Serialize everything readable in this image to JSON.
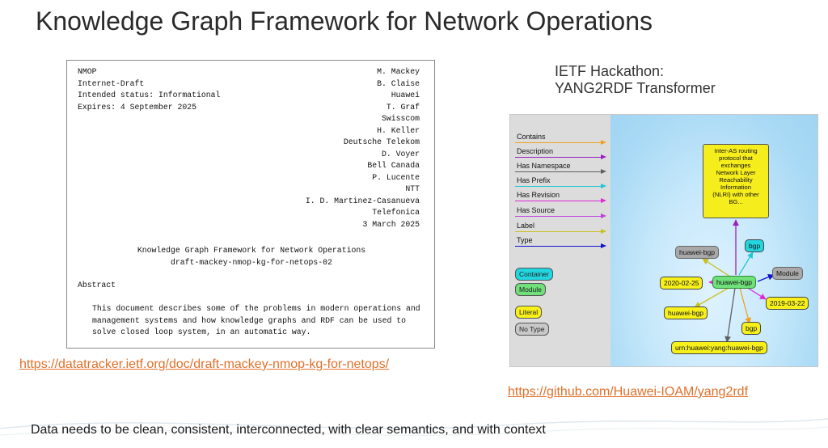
{
  "slide": {
    "title": "Knowledge Graph Framework for Network Operations",
    "footer": "Data needs to be clean, consistent, interconnected, with clear semantics, and with context"
  },
  "draft": {
    "left_lines": [
      "NMOP",
      "Internet-Draft",
      "Intended status: Informational",
      "Expires: 4 September 2025"
    ],
    "right_lines": [
      "M. Mackey",
      "B. Claise",
      "Huawei",
      "T. Graf",
      "Swisscom",
      "H. Keller",
      "Deutsche Telekom",
      "D. Voyer",
      "Bell Canada",
      "P. Lucente",
      "NTT",
      "I. D. Martinez-Casanueva",
      "Telefonica",
      "3 March 2025"
    ],
    "doc_title": "Knowledge Graph Framework for Network Operations",
    "doc_name": "draft-mackey-nmop-kg-for-netops-02",
    "abstract_heading": "Abstract",
    "abstract_lines": [
      "This document describes some of the problems in modern operations and",
      "management systems and how knowledge graphs and RDF can be used to",
      "solve closed loop system, in an automatic way."
    ],
    "link": "https://datatracker.ietf.org/doc/draft-mackey-nmop-kg-for-netops/"
  },
  "hackathon": {
    "title_line1": "IETF Hackathon:",
    "title_line2": "YANG2RDF Transformer",
    "link": "https://github.com/Huawei-IOAM/yang2rdf"
  },
  "graph": {
    "legend": [
      {
        "label": "Contains",
        "color": "#f0a020"
      },
      {
        "label": "Description",
        "color": "#9a1fc4"
      },
      {
        "label": "Has Namespace",
        "color": "#606060"
      },
      {
        "label": "Has Prefix",
        "color": "#1ec8d8"
      },
      {
        "label": "Has Revision",
        "color": "#e02ad6"
      },
      {
        "label": "Has Source",
        "color": "#c040e0"
      },
      {
        "label": "Label",
        "color": "#c8c020"
      },
      {
        "label": "Type",
        "color": "#1010d0"
      }
    ],
    "node_types": [
      {
        "label": "Container",
        "color": "#22d6e0"
      },
      {
        "label": "Module",
        "color": "#6fe07a"
      },
      {
        "label": "Literal",
        "color": "#f7f01a"
      },
      {
        "label": "No Type",
        "color": "#c8c8c8"
      }
    ],
    "description_lines": [
      "Inter-AS routing",
      "protocol that",
      "exchanges",
      "Network Layer",
      "Reachability",
      "Information",
      "(NLRI) with other",
      "BG..."
    ],
    "nodes": {
      "center": "huawei-bgp",
      "top_left": "huawei-bgp",
      "prefix": "bgp",
      "module": "Module",
      "date_left": "2020-02-25",
      "date_right": "2019-03-22",
      "label_bottom": "huawei-bgp",
      "prefix_bottom": "bgp",
      "namespace": "urn:huawei:yang:huawei-bgp"
    }
  }
}
